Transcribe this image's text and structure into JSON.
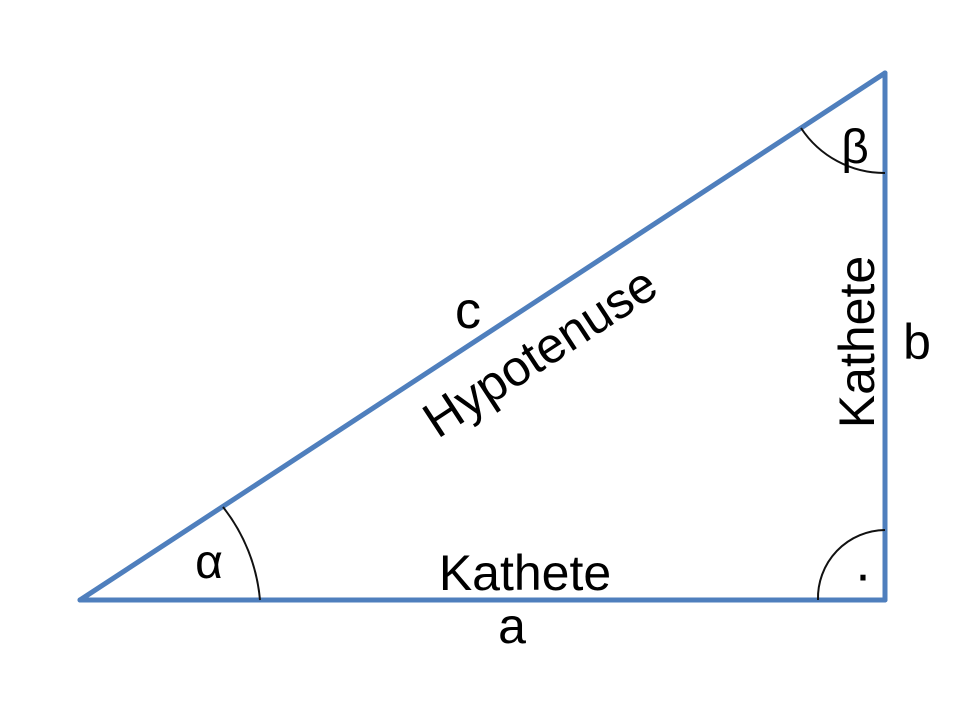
{
  "diagram": {
    "hypotenuse_text": "Hypotenuse",
    "hypotenuse_letter": "c",
    "bottom_leg_text": "Kathete",
    "bottom_leg_letter": "a",
    "right_leg_text": "Kathete",
    "right_leg_letter": "b",
    "angle_alpha": "α",
    "angle_beta": "β",
    "right_angle_dot": "·"
  },
  "colors": {
    "triangle_stroke": "#4f7fbd",
    "arc_stroke": "#111111",
    "text": "#000000",
    "background": "#ffffff"
  }
}
